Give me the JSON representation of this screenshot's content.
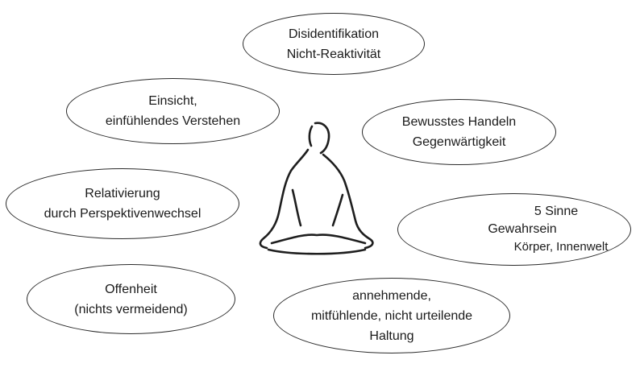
{
  "concepts": {
    "disidentifikation": {
      "line1": "Disidentifikation",
      "line2": "Nicht-Reaktivität"
    },
    "einsicht": {
      "line1": "Einsicht,",
      "line2": "einfühlendes Verstehen"
    },
    "bewusstes": {
      "line1": "Bewusstes Handeln",
      "line2": "Gegenwärtigkeit"
    },
    "relativierung": {
      "line1": "Relativierung",
      "line2": "durch Perspektivenwechsel"
    },
    "sinne": {
      "line1": "5 Sinne",
      "line2": "Gewahrsein",
      "line3": "Körper, Innenwelt"
    },
    "offenheit": {
      "line1": "Offenheit",
      "line2": "(nichts vermeidend)"
    },
    "annehmende": {
      "line1": "annehmende,",
      "line2": "mitfühlende, nicht urteilende",
      "line3": "Haltung"
    }
  },
  "figure": {
    "icon": "meditating-figure-icon"
  }
}
